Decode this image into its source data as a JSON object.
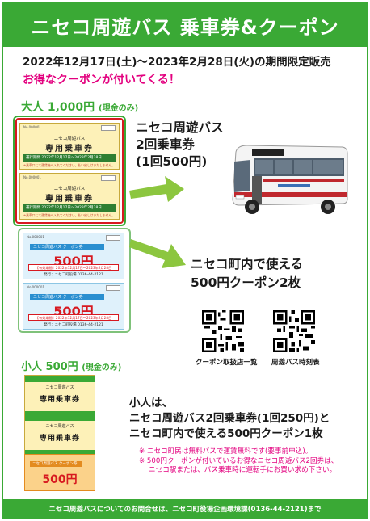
{
  "header": {
    "title": "ニセコ周遊バス 乗車券&クーポン"
  },
  "period_text": "2022年12月17日(土)〜2023年2月28日(火)の期間限定販売",
  "promo_text": "お得なクーポンが付いてくる！",
  "adult": {
    "label": "大人 1,000円",
    "cash_only": "(現金のみ)"
  },
  "child": {
    "label": "小人 500円",
    "cash_only": "(現金のみ)"
  },
  "ticket": {
    "number": "No.000001",
    "route": "ニセコ周遊バス",
    "kind": "専用乗車券",
    "validity": "運行期間 2022年12月17日〜2023年2月28日",
    "note": "※乗車口にて運賃箱へ入れてください。払い戻しはいたしません。"
  },
  "coupon": {
    "number": "No.000001",
    "header": "ニセコ周遊バス クーポン券",
    "amount": "500円",
    "period": "【有効期間】2022年12月17日〜2023年2月28日",
    "issuer": "発行：ニセコ町役場 0136-44-2121"
  },
  "bus_info": {
    "line1": "ニセコ周遊バス",
    "line2": "2回乗車券",
    "line3": "(1回500円)"
  },
  "coupon_info": {
    "line1": "ニセコ町内で使える",
    "line2": "500円クーポン2枚"
  },
  "qr": {
    "left_caption": "クーポン取扱店一覧",
    "right_caption": "周遊バス時刻表"
  },
  "child_info": {
    "line1": "小人は、",
    "line2": "ニセコ周遊バス2回乗車券(1回250円)と",
    "line3": "ニセコ町内で使える500円クーポン1枚"
  },
  "notes": {
    "line1": "※ ニセコ町民は無料バスで運賃無料です(要事前申込)。",
    "line2": "※ 500円クーポンが付いているお得なニセコ周遊バス2回券は、",
    "line3": "ニセコ駅または、バス乗車時に運転手にお買い求め下さい。"
  },
  "footer": {
    "text": "ニセコ周遊バスについてのお問合せは、ニセコ町役場企画環境課(0136-44-2121)まで"
  },
  "child_coupon_amount": "500円",
  "colors": {
    "brand_green": "#3aa935",
    "accent_pink": "#e3007f",
    "red": "#d71920"
  }
}
